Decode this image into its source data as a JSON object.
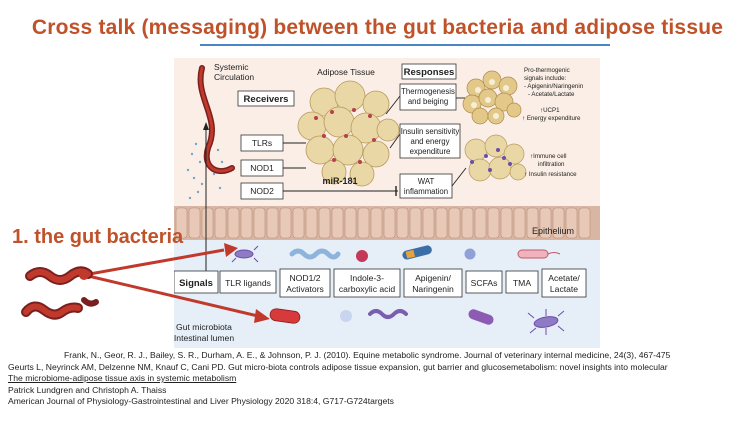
{
  "title": "Cross talk (messaging) between the gut bacteria and adipose tissue",
  "side_label": "1. the gut bacteria",
  "figure": {
    "systemic_1": "Systemic",
    "systemic_2": "Circulation",
    "adipose_title": "Adipose Tissue",
    "receivers": "Receivers",
    "responses": "Responses",
    "receptors": [
      "TLRs",
      "NOD1",
      "NOD2"
    ],
    "mir": "miR-181",
    "resp_thermo_1": "Thermogenesis",
    "resp_thermo_2": "and beiging",
    "resp_ins_1": "Insulin sensitivity",
    "resp_ins_2": "and energy",
    "resp_ins_3": "expenditure",
    "resp_wat_1": "WAT",
    "resp_wat_2": "inflammation",
    "pro_1": "Pro-thermogenic",
    "pro_2": "signals include:",
    "pro_3": "- Apigenin/Naringenin",
    "pro_4": "- Acetate/Lactate",
    "ucp1": "↑UCP1",
    "energy": "↑ Energy expenditure",
    "immune_1": "↑Immune cell",
    "immune_2": "infiltration",
    "insulin_res": "↑ Insulin resistance",
    "epithelium": "Epithelium",
    "signals_label": "Signals",
    "signals": {
      "tlr": "TLR ligands",
      "nod_1": "NOD1/2",
      "nod_2": "Activators",
      "indole_1": "Indole-3-",
      "indole_2": "carboxylic acid",
      "api_1": "Apigenin/",
      "api_2": "Naringenin",
      "scfa": "SCFAs",
      "tma": "TMA",
      "acet_1": "Acetate/",
      "acet_2": "Lactate"
    },
    "gut_1": "Gut microbiota",
    "gut_2": "Intestinal lumen"
  },
  "references": [
    "Frank, N., Geor, R. J., Bailey, S. R., Durham, A. E., & Johnson, P. J. (2010). Equine metabolic syndrome. Journal of veterinary internal medicine, 24(3), 467-475",
    "Geurts L, Neyrinck AM, Delzenne NM, Knauf C, Cani PD. Gut micro-biota controls adipose tissue expansion, gut barrier and glucosemetabolism: novel insights into molecular",
    "The microbiome-adipose tissue axis in systemic metabolism",
    "Patrick Lundgren and Christoph A. Thaiss",
    "American Journal of Physiology-Gastrointestinal and Liver Physiology 2020 318:4, G717-G724targets"
  ],
  "colors": {
    "title": "#c0522a",
    "underline": "#4a86c5",
    "top_bg": "#fbeee6",
    "bottom_bg": "#e6eef8",
    "epithelium": "#d9b6a3",
    "accent_blue": "#1f5f9e",
    "bacteria_red": "#c0392b"
  }
}
